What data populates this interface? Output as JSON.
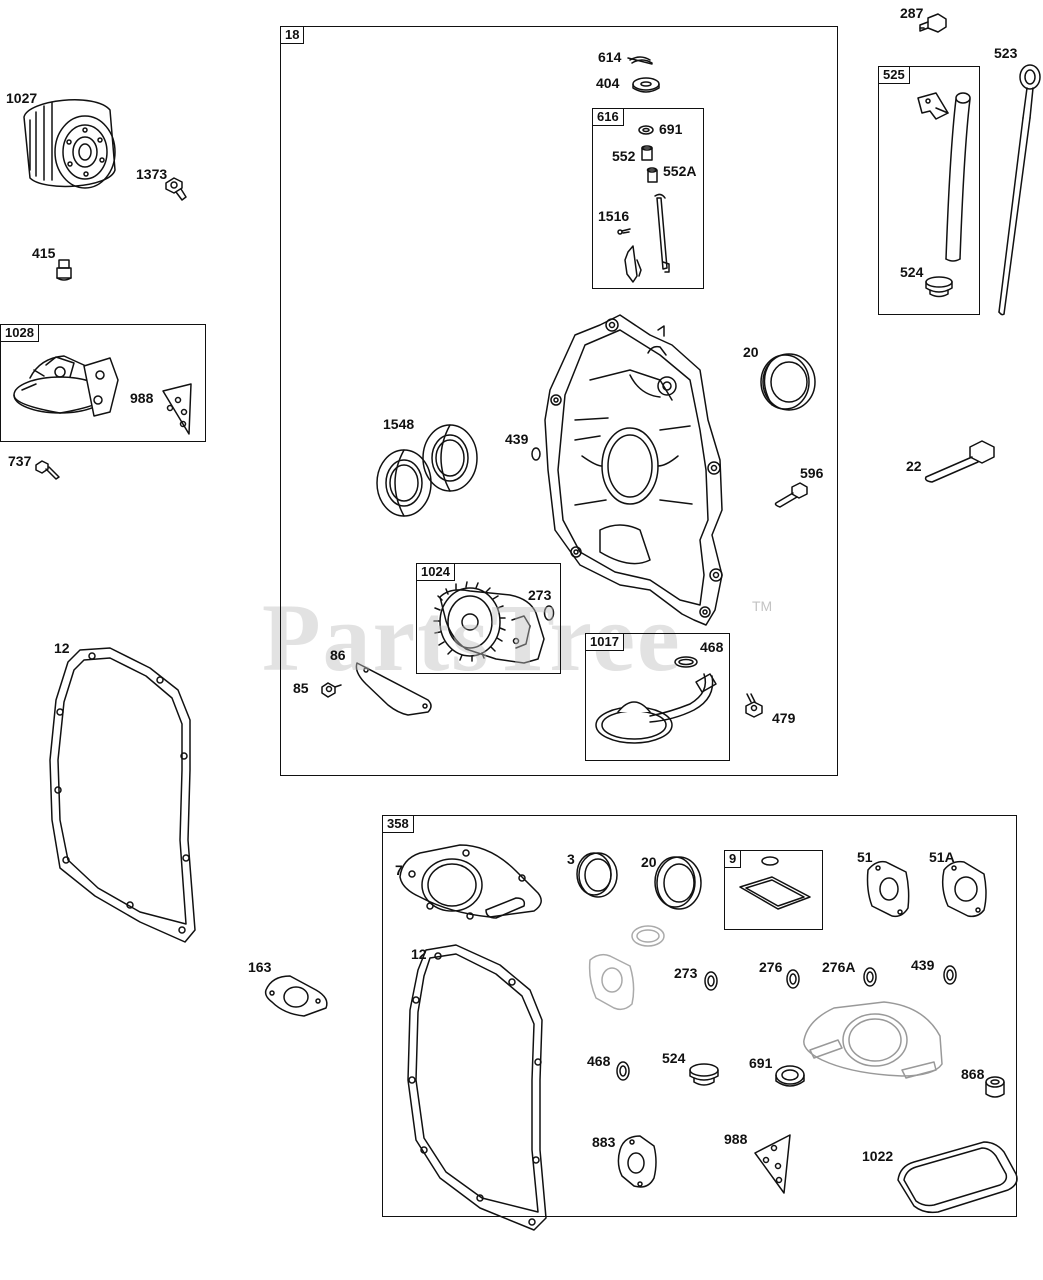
{
  "watermark": {
    "text": "PartsTree",
    "tm": "TM"
  },
  "groups": {
    "g18": "18",
    "g525": "525",
    "g616": "616",
    "g1028": "1028",
    "g1024": "1024",
    "g1017": "1017",
    "g358": "358",
    "g9": "9"
  },
  "labels": {
    "l287": "287",
    "l523": "523",
    "l1027": "1027",
    "l1373": "1373",
    "l415": "415",
    "l988a": "988",
    "l737": "737",
    "l614": "614",
    "l404": "404",
    "l691a": "691",
    "l552": "552",
    "l552A": "552A",
    "l1516": "1516",
    "l524a": "524",
    "l20a": "20",
    "l1548": "1548",
    "l439a": "439",
    "l596": "596",
    "l22": "22",
    "l273a": "273",
    "l468a": "468",
    "l479": "479",
    "l12a": "12",
    "l86": "86",
    "l85": "85",
    "l163": "163",
    "l7": "7",
    "l3": "3",
    "l20b": "20",
    "l51": "51",
    "l51A": "51A",
    "l12b": "12",
    "l273b": "273",
    "l276": "276",
    "l276A": "276A",
    "l439b": "439",
    "l468b": "468",
    "l524b": "524",
    "l691b": "691",
    "l868": "868",
    "l883": "883",
    "l988b": "988",
    "l1022": "1022"
  }
}
